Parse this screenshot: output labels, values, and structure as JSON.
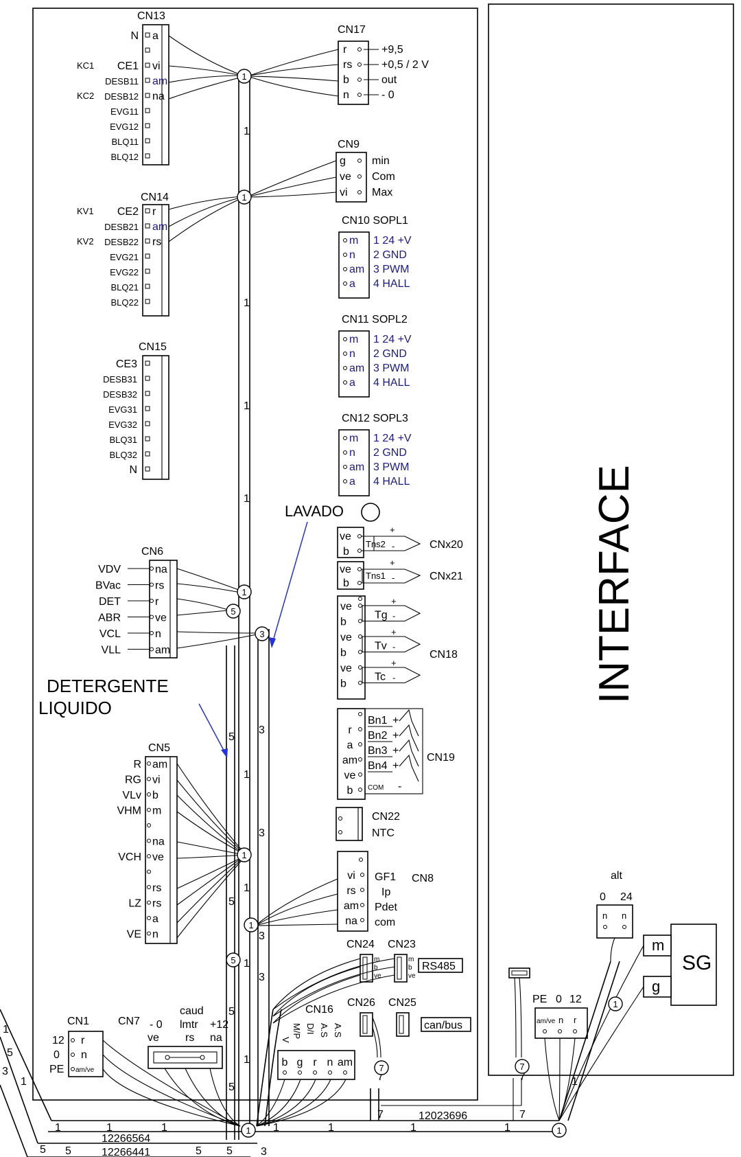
{
  "interface_label": "INTERFACE",
  "cn13": {
    "title": "CN13",
    "rows": [
      {
        "sig": "N",
        "pin": "a",
        "extra": ""
      },
      {
        "sig": "",
        "pin": "",
        "extra": ""
      },
      {
        "sig": "CE1",
        "pin": "vi",
        "extra": "KC1"
      },
      {
        "sig": "DESB11",
        "pin": "am",
        "extra": ""
      },
      {
        "sig": "DESB12",
        "pin": "na",
        "extra": "KC2"
      },
      {
        "sig": "EVG11",
        "pin": "",
        "extra": ""
      },
      {
        "sig": "EVG12",
        "pin": "",
        "extra": ""
      },
      {
        "sig": "BLQ11",
        "pin": "",
        "extra": ""
      },
      {
        "sig": "BLQ12",
        "pin": "",
        "extra": ""
      }
    ]
  },
  "cn14": {
    "title": "CN14",
    "rows": [
      {
        "sig": "CE2",
        "pin": "r",
        "extra": "KV1"
      },
      {
        "sig": "DESB21",
        "pin": "am",
        "extra": ""
      },
      {
        "sig": "DESB22",
        "pin": "rs",
        "extra": "KV2"
      },
      {
        "sig": "EVG21",
        "pin": "",
        "extra": ""
      },
      {
        "sig": "EVG22",
        "pin": "",
        "extra": ""
      },
      {
        "sig": "BLQ21",
        "pin": "",
        "extra": ""
      },
      {
        "sig": "BLQ22",
        "pin": "",
        "extra": ""
      }
    ]
  },
  "cn15": {
    "title": "CN15",
    "rows": [
      "CE3",
      "DESB31",
      "DESB32",
      "EVG31",
      "EVG32",
      "BLQ31",
      "BLQ32",
      "N"
    ]
  },
  "cn6": {
    "title": "CN6",
    "rows": [
      {
        "sig": "VDV",
        "pin": "na"
      },
      {
        "sig": "BVac",
        "pin": "rs"
      },
      {
        "sig": "DET",
        "pin": "r"
      },
      {
        "sig": "ABR",
        "pin": "ve"
      },
      {
        "sig": "VCL",
        "pin": "n"
      },
      {
        "sig": "VLL",
        "pin": "am"
      }
    ]
  },
  "cn5": {
    "title": "CN5",
    "rows": [
      {
        "sig": "R",
        "pin": "am"
      },
      {
        "sig": "RG",
        "pin": "vi"
      },
      {
        "sig": "VLv",
        "pin": "b"
      },
      {
        "sig": "VHM",
        "pin": "m"
      },
      {
        "sig": "",
        "pin": ""
      },
      {
        "sig": "",
        "pin": "na"
      },
      {
        "sig": "VCH",
        "pin": "ve"
      },
      {
        "sig": "",
        "pin": ""
      },
      {
        "sig": "",
        "pin": "rs"
      },
      {
        "sig": "LZ",
        "pin": "rs"
      },
      {
        "sig": "",
        "pin": "a"
      },
      {
        "sig": "VE",
        "pin": "n"
      }
    ]
  },
  "cn17": {
    "title": "CN17",
    "rows": [
      {
        "pin": "r",
        "sig": "+9,5"
      },
      {
        "pin": "rs",
        "sig": "+0,5 / 2 V"
      },
      {
        "pin": "b",
        "sig": "out"
      },
      {
        "pin": "n",
        "sig": "- 0"
      }
    ]
  },
  "cn9": {
    "title": "CN9",
    "rows": [
      {
        "pin": "g",
        "sig": "min"
      },
      {
        "pin": "ve",
        "sig": "Com"
      },
      {
        "pin": "vi",
        "sig": "Max"
      }
    ]
  },
  "sopl": [
    {
      "title": "CN10  SOPL1"
    },
    {
      "title": "CN11  SOPL2"
    },
    {
      "title": "CN12   SOPL3"
    }
  ],
  "sopl_pins": [
    "m",
    "n",
    "am",
    "a"
  ],
  "sopl_sigs": [
    "1  24 +V",
    "2  GND",
    "3  PWM",
    "4  HALL"
  ],
  "lavado": "LAVADO",
  "detergente": [
    "DETERGENTE",
    "LIQUIDO"
  ],
  "cnx20": {
    "title": "CNx20",
    "sensor": "Tns2",
    "pins": [
      "ve",
      "b"
    ]
  },
  "cnx21": {
    "title": "CNx21",
    "sensor": "Tns1",
    "pins": [
      "ve",
      "b"
    ]
  },
  "cn18": {
    "title": "CN18",
    "pins": [
      "ve",
      "b",
      "ve",
      "b",
      "ve",
      "b"
    ],
    "sensors": [
      "Tg",
      "Tv",
      "Tc"
    ]
  },
  "cn19": {
    "title": "CN19",
    "pins": [
      "r",
      "a",
      "am",
      "ve",
      "b"
    ],
    "sensors": [
      "Bn1",
      "Bn2",
      "Bn3",
      "Bn4"
    ],
    "com": "COM"
  },
  "cn22": {
    "title": "CN22",
    "sub": "NTC"
  },
  "cn8": {
    "title": "CN8",
    "pins": [
      "vi",
      "rs",
      "am",
      "na"
    ],
    "sigs": [
      "GF1",
      "Ip",
      "Pdet",
      "com"
    ]
  },
  "cn24": "CN24",
  "cn23": "CN23",
  "rs485": "RS485",
  "cn16": {
    "title": "CN16",
    "sigs": [
      "M/P",
      "V",
      "D/I",
      "A.S",
      "A.S"
    ],
    "pins": [
      "b",
      "g",
      "r",
      "n",
      "am"
    ]
  },
  "cn26": "CN26",
  "cn25": "CN25",
  "canbus": "can/bus",
  "cn1": {
    "title": "CN1",
    "rows": [
      {
        "sig": "12",
        "pin": "r"
      },
      {
        "sig": "0",
        "pin": "n"
      },
      {
        "sig": "PE",
        "pin": "am/ve"
      }
    ]
  },
  "cn7": {
    "title": "CN7",
    "top": [
      "caud",
      "- 0",
      "lmtr",
      "+12"
    ],
    "pins": [
      "ve",
      "rs",
      "na"
    ]
  },
  "alt": {
    "title": "alt",
    "sigs": [
      "0",
      "24"
    ],
    "pins": [
      "n",
      "n"
    ]
  },
  "pe_block": {
    "labels": [
      "PE",
      "0",
      "12"
    ],
    "pins": [
      "am/ve",
      "n",
      "r"
    ]
  },
  "sg": {
    "label": "SG",
    "m": "m",
    "g": "g"
  },
  "part_numbers": [
    "12266564",
    "12266441",
    "12023696"
  ],
  "markers": [
    "1",
    "3",
    "5",
    "7"
  ],
  "wire_digits": [
    "1",
    "3",
    "5",
    "7"
  ]
}
